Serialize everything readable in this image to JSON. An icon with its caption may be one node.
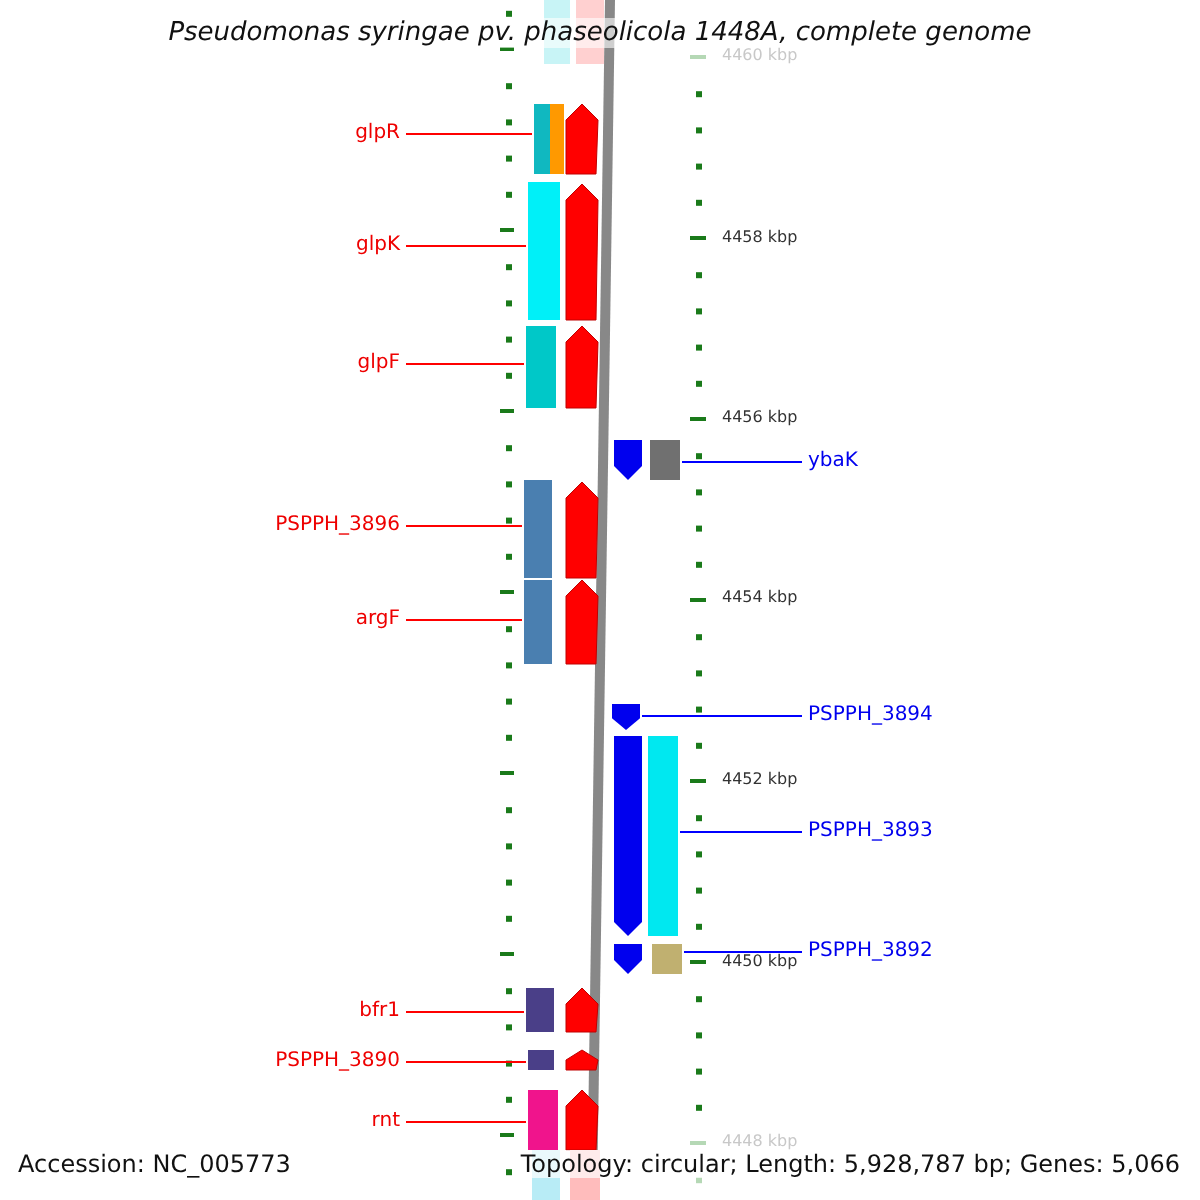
{
  "diagram": {
    "title": "Pseudomonas syringae pv. phaseolicola 1448A, complete genome",
    "nodes": [
      {
        "text": [
          "glpR"
        ]
      },
      {
        "text": [],
        "shape": "bar"
      },
      {
        "text": [
          "glpK"
        ]
      },
      {
        "text": [],
        "shape": "bar"
      },
      {
        "text": [
          "glpF"
        ]
      },
      {
        "text": [],
        "shape": "bar"
      },
      {
        "text": [
          "ybaK"
        ]
      },
      {
        "text": [],
        "shape": "bar"
      },
      {
        "text": [
          "PSPPH_3896"
        ]
      },
      {
        "text": [],
        "shape": "bar"
      },
      {
        "text": [
          "argF"
        ]
      },
      {
        "text": [],
        "shape": "bar"
      },
      {
        "text": [
          "PSPPH_3894"
        ]
      },
      {
        "text": [],
        "shape": "arrow"
      },
      {
        "text": [
          "PSPPH_3893"
        ]
      },
      {
        "text": [],
        "shape": "bar"
      },
      {
        "text": [
          "PSPPH_3892"
        ]
      },
      {
        "text": [],
        "shape": "bar"
      },
      {
        "text": [
          "bfr1"
        ]
      },
      {
        "text": [],
        "shape": "bar"
      },
      {
        "text": [
          "PSPPH_3890"
        ]
      },
      {
        "text": [],
        "shape": "bar"
      },
      {
        "text": [
          "rnt"
        ]
      },
      {
        "text": [],
        "shape": "bar"
      }
    ],
    "edges": [
      {
        "from": 0,
        "to": 1,
        "arrow": "none"
      },
      {
        "from": 2,
        "to": 3,
        "arrow": "none"
      },
      {
        "from": 4,
        "to": 5,
        "arrow": "none"
      },
      {
        "from": 6,
        "to": 7,
        "arrow": "none",
        "color": "#0000ff"
      },
      {
        "from": 8,
        "to": 9,
        "arrow": "none"
      },
      {
        "from": 10,
        "to": 11,
        "arrow": "none"
      },
      {
        "from": 12,
        "to": 13,
        "arrow": "none",
        "color": "#0000ff"
      },
      {
        "from": 14,
        "to": 15,
        "arrow": "none",
        "color": "#0000ff"
      },
      {
        "from": 16,
        "to": 17,
        "arrow": "none",
        "color": "#0000ff"
      },
      {
        "from": 18,
        "to": 19,
        "arrow": "none"
      },
      {
        "from": 20,
        "to": 21,
        "arrow": "none"
      },
      {
        "from": 22,
        "to": 23,
        "arrow": "none"
      }
    ],
    "labels": [
      "4460 kbp",
      "4458 kbp",
      "4456 kbp",
      "4454 kbp",
      "4452 kbp",
      "4450 kbp",
      "4448 kbp",
      "Accession: NC_005773",
      "Topology: circular; Length: 5,928,787 bp; Genes: 5,066"
    ]
  }
}
